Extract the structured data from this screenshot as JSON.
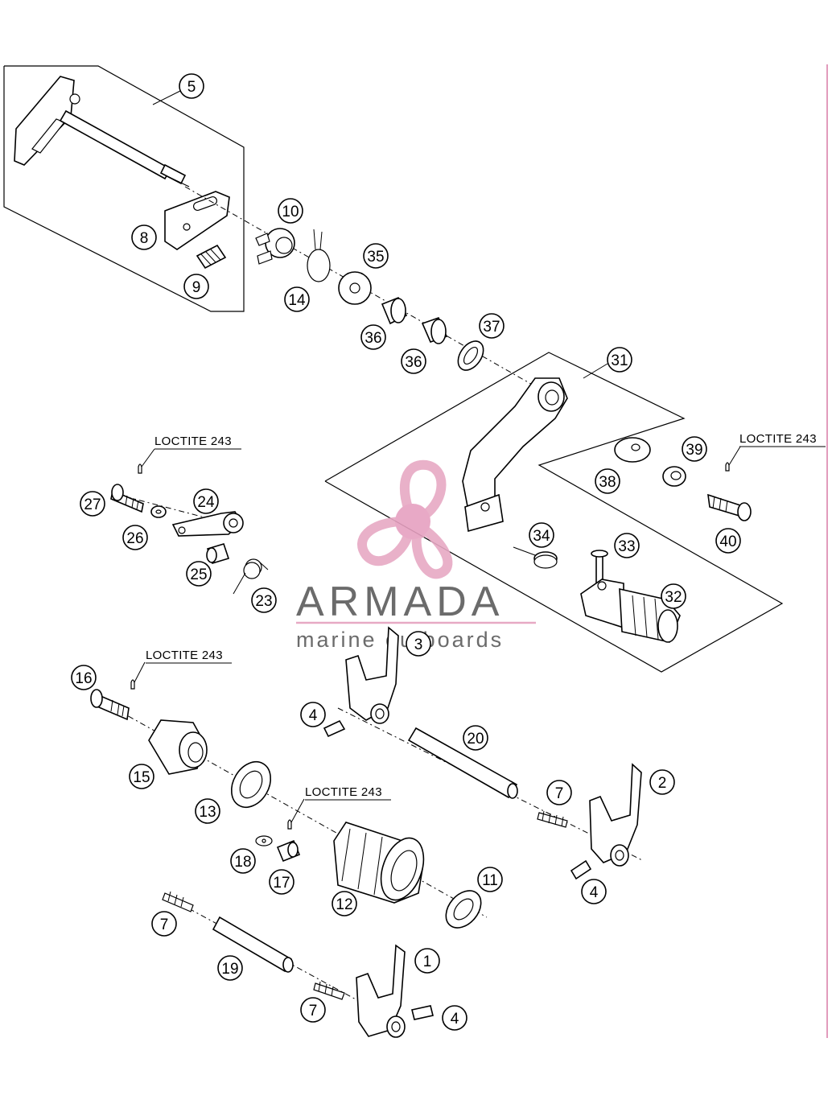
{
  "diagram": {
    "callouts": [
      "1",
      "2",
      "3",
      "4",
      "4",
      "4",
      "5",
      "7",
      "7",
      "7",
      "8",
      "9",
      "10",
      "11",
      "12",
      "13",
      "14",
      "15",
      "16",
      "17",
      "18",
      "19",
      "20",
      "23",
      "24",
      "25",
      "26",
      "27",
      "31",
      "32",
      "33",
      "34",
      "35",
      "36",
      "36",
      "37",
      "38",
      "39",
      "40"
    ],
    "loctite_labels": [
      "LOCTITE 243",
      "LOCTITE 243",
      "LOCTITE 243",
      "LOCTITE 243"
    ]
  },
  "watermark": {
    "name": "ARMADA",
    "tagline": "marine outboards",
    "colors": {
      "logo_pink": "#e7a9c4",
      "logo_dot": "#e6a0c0",
      "text": "#6b6b6b"
    }
  }
}
